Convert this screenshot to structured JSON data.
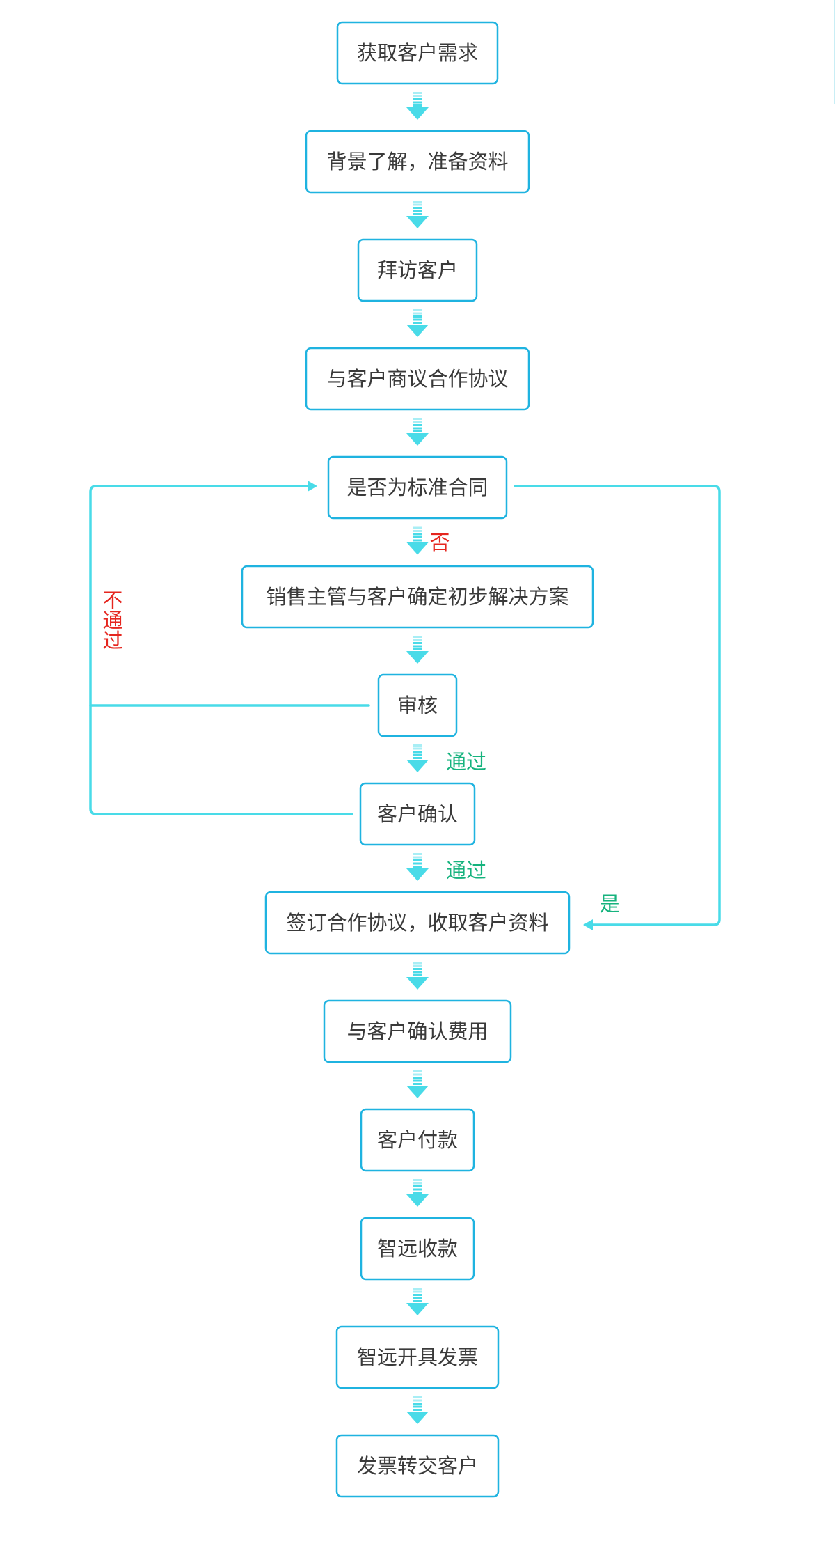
{
  "colors": {
    "node_border": "#1fb3e0",
    "connector": "#49dbe8",
    "arrow_light": "#a8eef5",
    "text": "#3a3a3a",
    "label_reject": "#e5261f",
    "label_pass": "#16b37e"
  },
  "nodes": [
    "获取客户需求",
    "背景了解，准备资料",
    "拜访客户",
    "与客户商议合作协议",
    "是否为标准合同",
    "销售主管与客户确定初步解决方案",
    "审核",
    "客户确认",
    "签订合作协议，收取客户资料",
    "与客户确认费用",
    "客户付款",
    "智远收款",
    "智远开具发票",
    "发票转交客户"
  ],
  "labels": {
    "no": "否",
    "yes": "是",
    "pass_1": "通过",
    "pass_2": "通过",
    "not_pass": "不通过"
  }
}
